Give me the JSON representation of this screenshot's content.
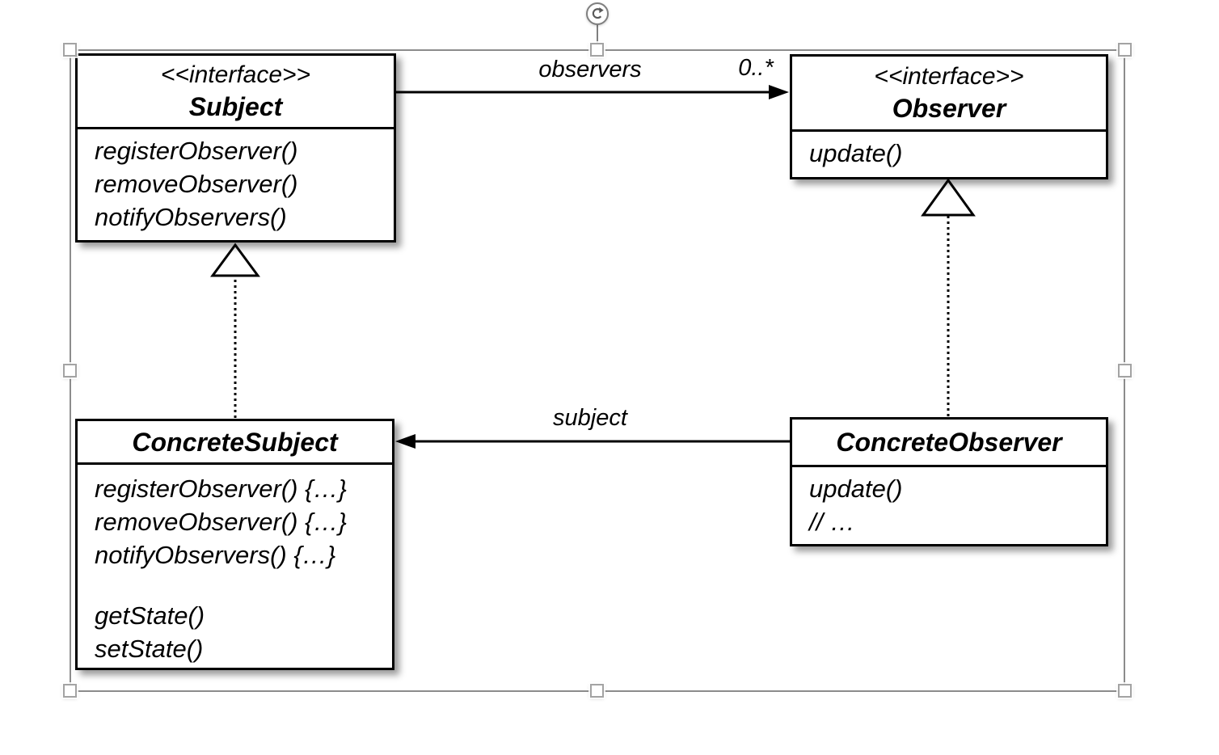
{
  "selection": {
    "border_color": "#8c8c8c",
    "handle_fill": "#ffffff",
    "handle_border": "#a3a3a3",
    "rotate_icon": "rotate-clockwise-icon"
  },
  "diagram": {
    "line_color": "#000000",
    "classes": [
      {
        "stereotype": "<<interface>>",
        "name": "Subject",
        "methods": [
          "registerObserver()",
          "removeObserver()",
          "notifyObservers()"
        ]
      },
      {
        "stereotype": "<<interface>>",
        "name": "Observer",
        "methods": [
          "update()"
        ]
      },
      {
        "name": "ConcreteSubject",
        "methods": [
          "registerObserver() {…}",
          "removeObserver() {…}",
          "notifyObservers() {…}",
          "getState()",
          "setState()"
        ]
      },
      {
        "name": "ConcreteObserver",
        "methods": [
          "update()",
          "// …"
        ]
      }
    ],
    "associations": [
      {
        "label": "observers",
        "multiplicity": "0..*",
        "from": "Subject",
        "to": "Observer"
      },
      {
        "label": "subject",
        "from": "ConcreteObserver",
        "to": "ConcreteSubject"
      }
    ]
  }
}
